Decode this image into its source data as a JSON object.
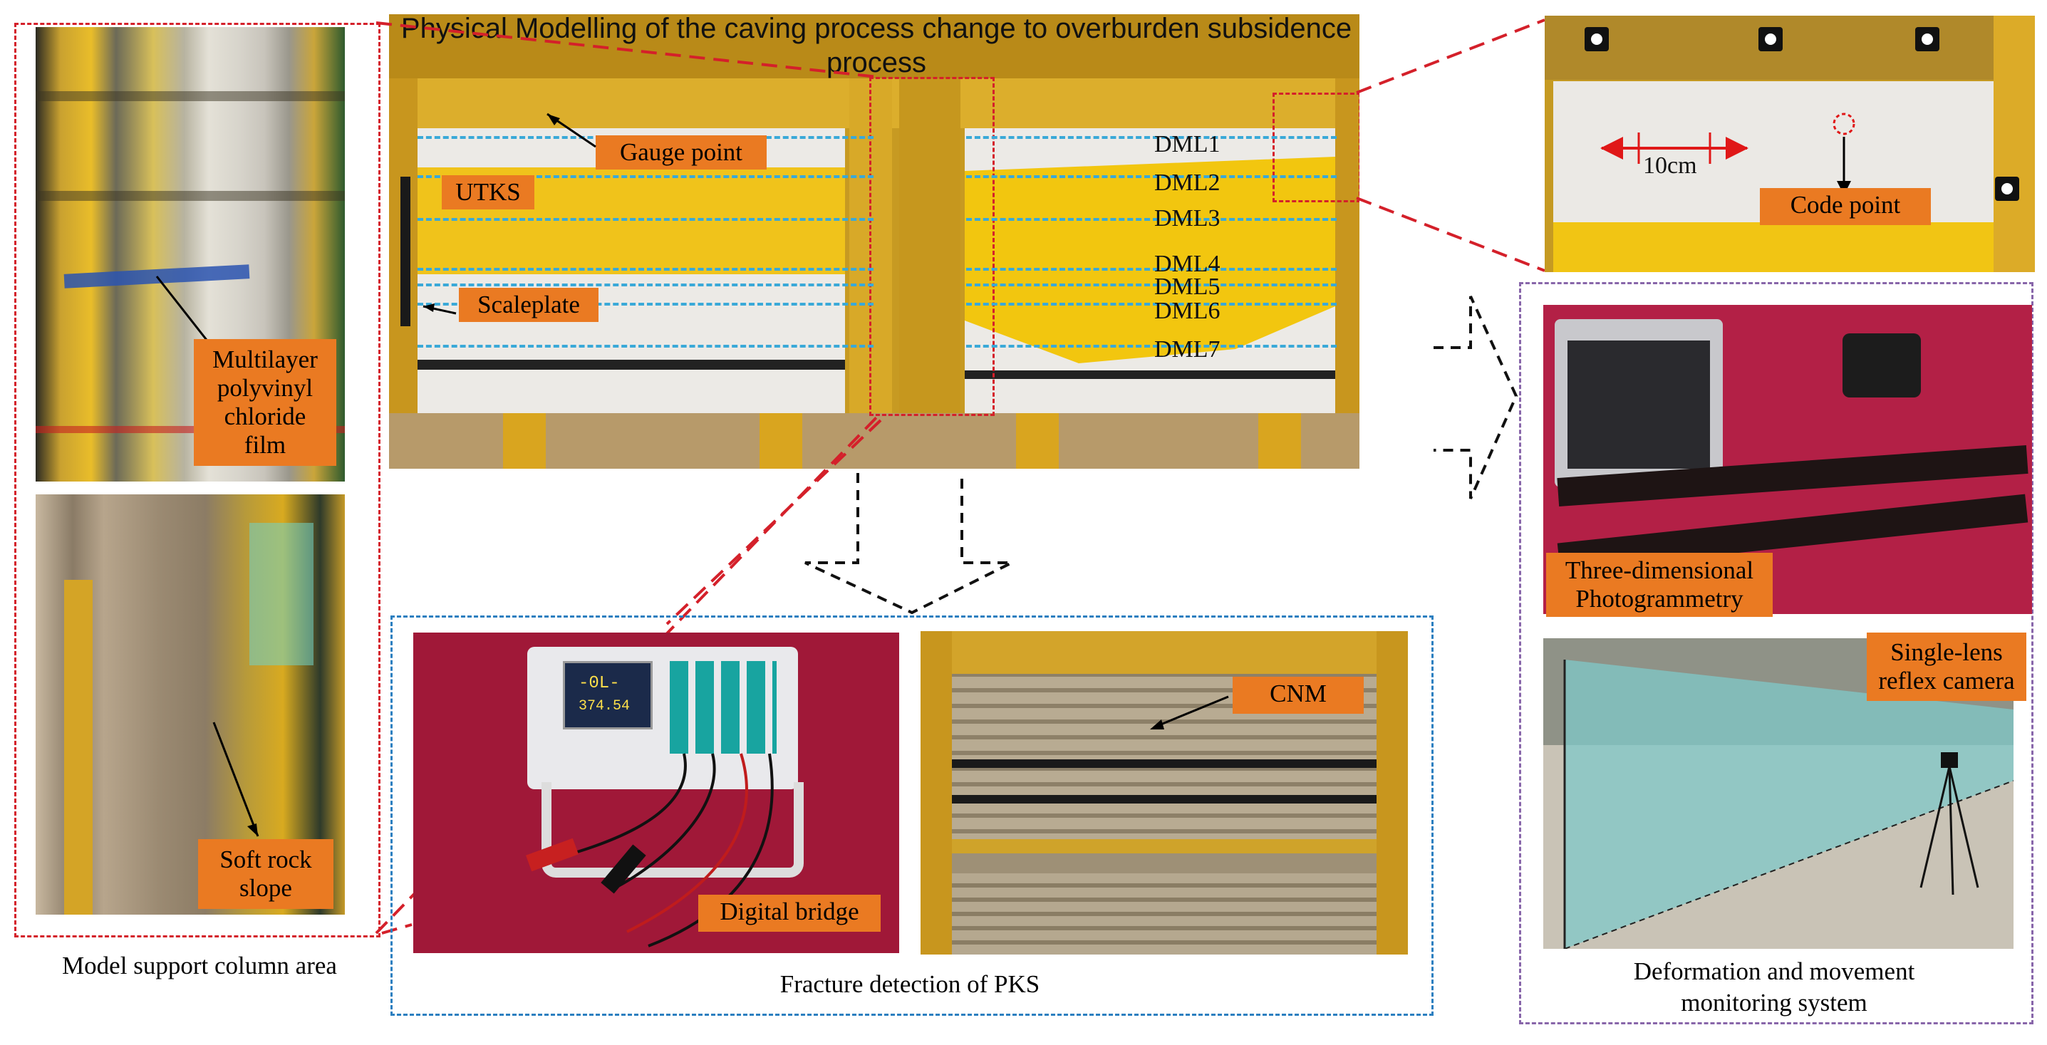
{
  "title": "Physical Modelling of the caving process change to overburden subsidence process",
  "left": {
    "label_film": "Multilayer polyvinyl chloride film",
    "label_slope": "Soft rock slope",
    "caption": "Model support column area"
  },
  "main": {
    "label_gauge": "Gauge point",
    "label_utks": "UTKS",
    "label_scaleplate": "Scaleplate",
    "dml": [
      "DML1",
      "DML2",
      "DML3",
      "DML4",
      "DML5",
      "DML6",
      "DML7"
    ]
  },
  "topright": {
    "scale": "10cm",
    "label_code": "Code point"
  },
  "bottom": {
    "label_bridge": "Digital bridge",
    "label_cnm": "CNM",
    "caption": "Fracture detection of PKS",
    "meter_display": "-0L-",
    "meter_value": "374.54"
  },
  "right": {
    "label_photogrammetry": "Three-dimensional Photogrammetry",
    "label_camera": "Single-lens reflex camera",
    "caption": "Deformation and movement monitoring system"
  },
  "colors": {
    "red_dash": "#d4202a",
    "blue_dash": "#2b7fc0",
    "purple_dash": "#8866aa",
    "label_orange": "#ea7a22",
    "dml_line": "#3aa9d8",
    "frame_yellow": "#d9a520"
  }
}
